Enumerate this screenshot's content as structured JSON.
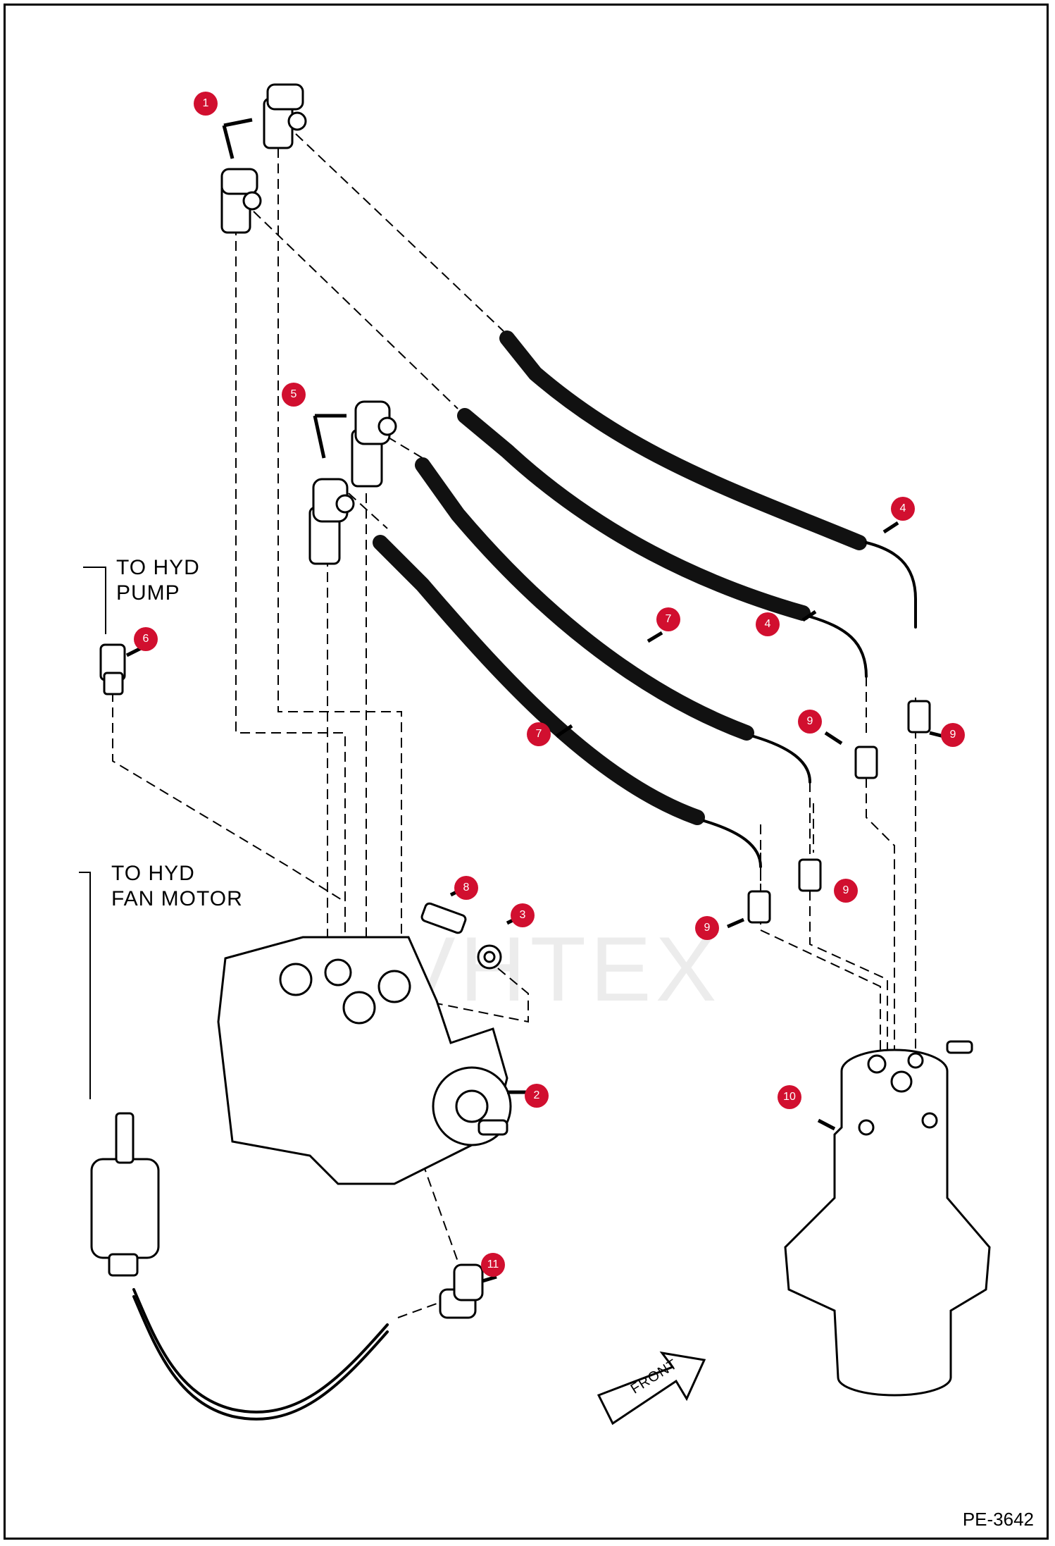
{
  "labels": {
    "to_hyd_pump": [
      "TO HYD",
      "PUMP"
    ],
    "to_hyd_fan_motor": [
      "TO HYD",
      "FAN MOTOR"
    ],
    "front": "FRONT",
    "drawing_code": "PE-3642",
    "watermark": "VHTEX"
  },
  "callouts": [
    {
      "number": "1",
      "part": "elbow-fitting"
    },
    {
      "number": "2",
      "part": "hydraulic-pump"
    },
    {
      "number": "3",
      "part": "o-ring"
    },
    {
      "number": "4",
      "part": "hose-upper-a"
    },
    {
      "number": "4",
      "part": "hose-upper-b"
    },
    {
      "number": "5",
      "part": "elbow-fitting-long"
    },
    {
      "number": "6",
      "part": "adapter"
    },
    {
      "number": "7",
      "part": "hose-lower-a"
    },
    {
      "number": "7",
      "part": "hose-lower-b"
    },
    {
      "number": "8",
      "part": "bolt"
    },
    {
      "number": "9",
      "part": "connector-a"
    },
    {
      "number": "9",
      "part": "connector-b"
    },
    {
      "number": "9",
      "part": "connector-c"
    },
    {
      "number": "9",
      "part": "connector-d"
    },
    {
      "number": "10",
      "part": "swivel-joint"
    },
    {
      "number": "11",
      "part": "elbow-fitting-small"
    }
  ],
  "colors": {
    "callout": "#d10f2f",
    "line": "#000000",
    "hose": "#111111"
  }
}
